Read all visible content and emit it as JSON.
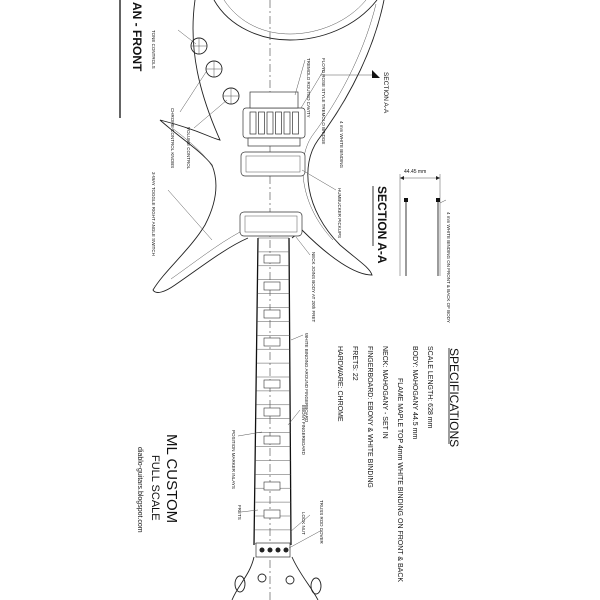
{
  "header": {
    "view_title": "AN - FRONT"
  },
  "section": {
    "label": "SECTION A-A",
    "dimension": "44.45 mm",
    "marker_label": "SECTION A-A",
    "binding_note": "4 mm WHITE BINDING ON FRONT & BACK OF BODY"
  },
  "callouts": {
    "tone_controls": "TONE CONTROLS",
    "tremolo_cavity": "TREMOLO ROUTED CAVITY",
    "floyd_rose": "FLOYD ROSE STYLE TREMOLO BRIDGE",
    "chrome_knobs": "CHROME CONTROL KNOBS",
    "volume_control": "VOLUME CONTROL",
    "white_binding_body": "4 mm WHITE BINDING",
    "toggle_switch": "3-WAY TOGGLE RIGHT ANGLE SWITCH",
    "humbucker": "HUMBUCKER PICKUPS",
    "neck_joins": "NECK JOINS BODY AT 20th FRET",
    "binding_fingerboard": "WHITE BINDING AROUND FINGERBOARD",
    "ebony_fingerboard": "EBONY FINGERBOARD",
    "position_markers": "POSITION MARKER INLAYS",
    "frets": "FRETS",
    "truss_rod_cover": "TRUSS ROD COVER",
    "lock_nut": "LOCK NUT"
  },
  "specifications": {
    "title": "SPECIFICATIONS",
    "lines": [
      "SCALE LENGTH:  628 mm",
      "BODY:  MAHOGANY  44.5 mm",
      "FLAME MAPLE TOP      4mm WHITE BINDING ON FRONT & BACK",
      "NECK:  MAHOGANY - SET IN",
      "FINGERBOARD:  EBONY  &  WHITE BINDING",
      "FRETS:  22",
      "HARDWARE:  CHROME"
    ]
  },
  "title_block": {
    "title": "ML CUSTOM",
    "subtitle": "FULL SCALE",
    "url": "diablo-guitars.blogspot.com"
  }
}
